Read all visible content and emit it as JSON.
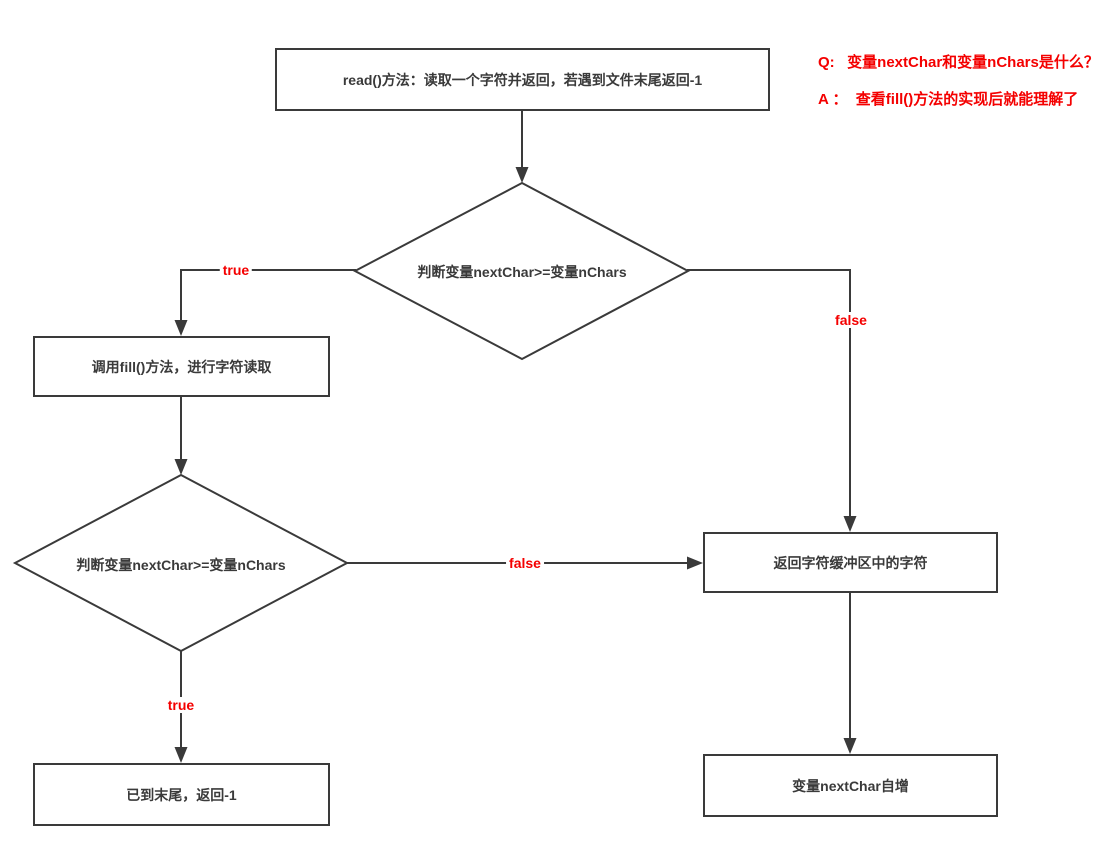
{
  "canvas": {
    "background_color": "#ffffff",
    "line_color": "#3a3a3a",
    "node_text_color": "#3a3a3a",
    "accent_red": "#f40000"
  },
  "nodes": {
    "read_method": {
      "label": "read()方法：读取一个字符并返回，若遇到文件末尾返回-1",
      "type": "process"
    },
    "decision1": {
      "label": "判断变量nextChar>=变量nChars",
      "type": "decision"
    },
    "call_fill": {
      "label": "调用fill()方法，进行字符读取",
      "type": "process"
    },
    "decision2": {
      "label": "判断变量nextChar>=变量nChars",
      "type": "decision"
    },
    "return_char": {
      "label": "返回字符缓冲区中的字符",
      "type": "process"
    },
    "eof_return": {
      "label": "已到末尾，返回-1",
      "type": "process"
    },
    "increment": {
      "label": "变量nextChar自增",
      "type": "process"
    }
  },
  "edge_labels": {
    "decision1_true": "true",
    "decision1_false": "false",
    "decision2_false": "false",
    "decision2_true": "true"
  },
  "annotations": {
    "question": "Q:   变量nextChar和变量nChars是什么？",
    "answer": "A ：  查看fill()方法的实现后就能理解了"
  }
}
